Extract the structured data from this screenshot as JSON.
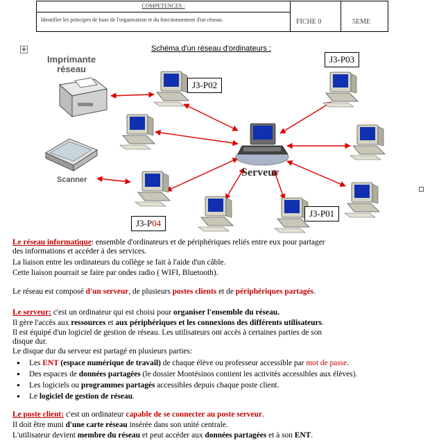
{
  "header": {
    "competences_title": "COMPETENCES :",
    "competences_text": "Identifier les principes de base de l'organisation et du fonctionnement d'un réseau.",
    "fiche": "FICHE 0",
    "niveau": "5EME"
  },
  "diagram": {
    "title": "Schéma d'un réseau d'ordinateurs :",
    "printer_label_1": "Imprimante",
    "printer_label_2": "réseau",
    "scanner_label": "Scanner",
    "server_label": "Serveur",
    "labels": {
      "p02": "J3-P02",
      "p03": "J3-P03",
      "p04_prefix": "J3-P",
      "p04_suffix": "04",
      "p01": "J3-P01"
    }
  },
  "p1": {
    "term": "Le réseau informatique",
    "l1": ": ensemble d'ordinateurs et de périphériques reliés entre eux pour partager",
    "l2": "des informations et accéder à des services.",
    "l3": "La liaison entre les ordinateurs du collège se fait  à l'aide d'un câble.",
    "l4": "Cette liaison pourrait se faire  par ondes radio ( WIFI, Bluetooth)."
  },
  "p2": {
    "a": "Le réseau est composé ",
    "b": "d'un serveur",
    "c": ", de plusieurs ",
    "d": "postes clients",
    "e": " et de ",
    "f": "périphériques partagés",
    "g": "."
  },
  "p3": {
    "term": "Le serveur:",
    "a": " c'est un ordinateur qui est choisi pour ",
    "b": "organiser l'ensemble du réseau.",
    "l2a": "Il gère l'accès aux ",
    "l2b": "ressources",
    "l2c": " et ",
    "l2d": "aux périphériques et les connexions des différents utilisateurs",
    "l2e": ".",
    "l3": "Il est équipé d'un logiciel de gestion de réseau. Les utilisateurs ont accès à certaines parties de son",
    "l4": "disque dur.",
    "l5": "Le disque dur du serveur est partagé en plusieurs parties:"
  },
  "bullets": {
    "b1a": "Les  ",
    "b1b": "ENT",
    "b1c": " (espace numérique de travail)",
    "b1d": " de chaque élève ou professeur accessible par ",
    "b1e": "mot de passe",
    "b1f": ".",
    "b2a": "Des espaces de ",
    "b2b": "données partagées",
    "b2c": " (le dossier Montésinos contient les activités accessibles aux élèves).",
    "b3a": "Les logiciels ou ",
    "b3b": "programmes partagés",
    "b3c": " accessibles depuis chaque poste client.",
    "b4a": "Le ",
    "b4b": "logiciel de gestion de réseau",
    "b4c": "."
  },
  "p4": {
    "term": "Le poste client:",
    "a": " c'est un ordinateur ",
    "b": "capable de se connecter au poste serveur",
    "c": ".",
    "l2a": "Il doit être muni ",
    "l2b": "d'une carte réseau",
    "l2c": " insérée dans son unité centrale.",
    "l3a": "L'utilisateur devient ",
    "l3b": "membre du réseau",
    "l3c": " et peut accéder aux ",
    "l3d": "données partagées",
    "l3e": " et à son ",
    "l3f": "ENT",
    "l3g": "."
  },
  "colors": {
    "accent_red": "#c00000",
    "arrow_red": "#e00000"
  }
}
